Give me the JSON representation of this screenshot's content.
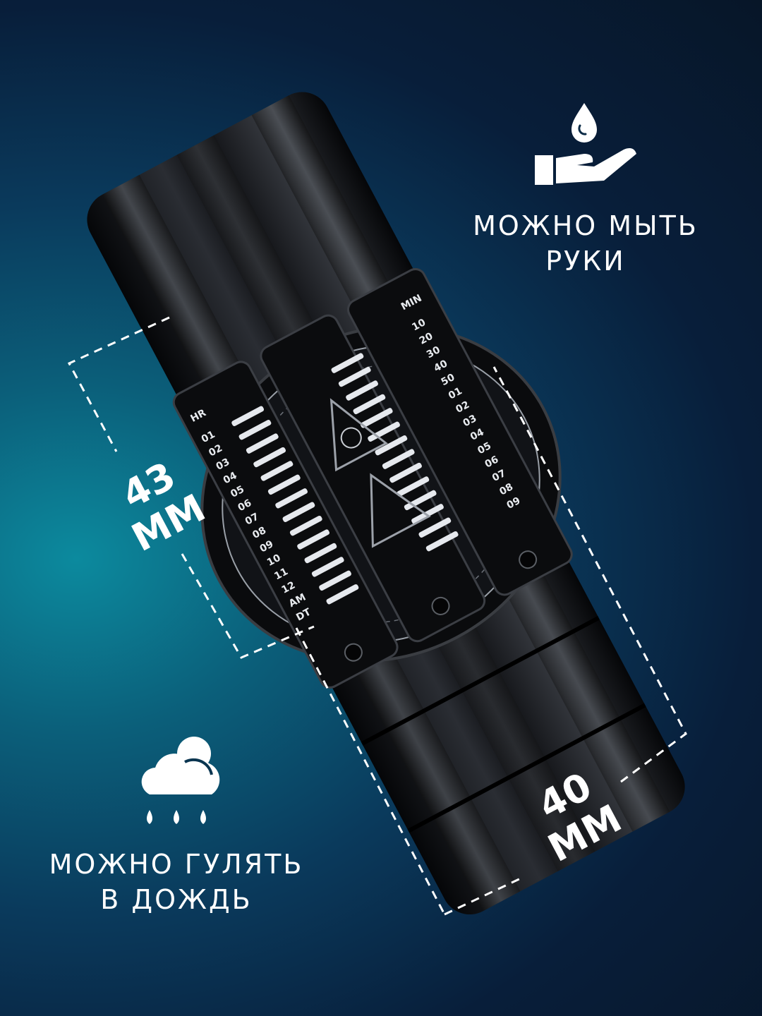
{
  "features": {
    "wash_hands": {
      "line1": "Можно мыть",
      "line2": "руки",
      "icon": "hand-water-drop-icon"
    },
    "walk_rain": {
      "line1": "Можно гулять",
      "line2": "в дождь",
      "icon": "rain-cloud-icon"
    }
  },
  "dimensions": {
    "length": {
      "value": "43",
      "unit": "мм"
    },
    "width": {
      "value": "40",
      "unit": "мм"
    }
  },
  "watch": {
    "hour_label": "HR",
    "minute_label": "MIN",
    "hours": [
      "01",
      "02",
      "03",
      "04",
      "05",
      "06",
      "07",
      "08",
      "09",
      "10",
      "11",
      "12",
      "AM",
      "DT"
    ],
    "minutes": [
      "10",
      "20",
      "30",
      "40",
      "50",
      "01",
      "02",
      "03",
      "04",
      "05",
      "06",
      "07",
      "08",
      "09"
    ]
  }
}
